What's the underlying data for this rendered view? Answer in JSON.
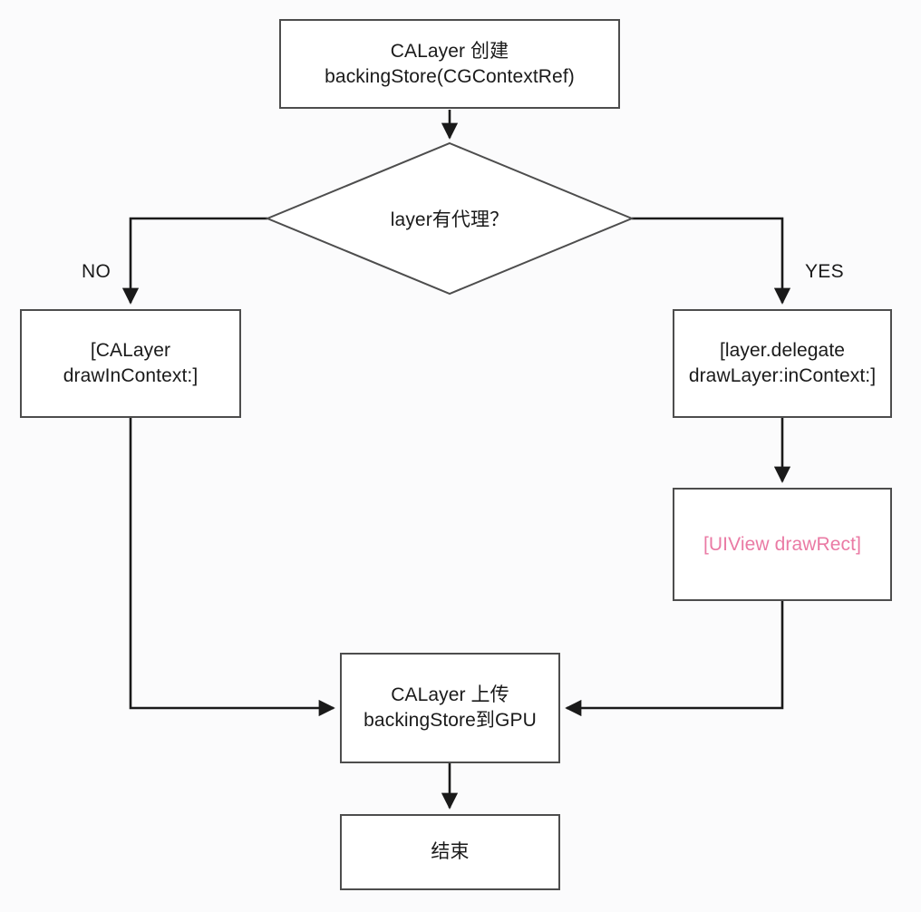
{
  "diagram": {
    "title": "CALayer backingStore drawing flow",
    "background_color": "#fbfbfc",
    "node_fill": "#ffffff",
    "node_stroke": "#4d4d4d",
    "text_color": "#1a1a1a",
    "highlight_color": "#ea7aa4",
    "nodes": {
      "start": {
        "label": "CALayer 创建\nbackingStore(CGContextRef)",
        "shape": "rectangle"
      },
      "decision": {
        "label": "layer有代理？",
        "shape": "diamond"
      },
      "no_branch": {
        "label": "[CALayer\ndrawInContext:]",
        "shape": "rectangle"
      },
      "yes_branch": {
        "label": "[layer.delegate\ndrawLayer:inContext:]",
        "shape": "rectangle"
      },
      "draw_rect": {
        "label": "[UIView drawRect]",
        "shape": "rectangle",
        "text_color": "#ea7aa4"
      },
      "upload": {
        "label": "CALayer 上传\nbackingStore到GPU",
        "shape": "rectangle"
      },
      "end": {
        "label": "结束",
        "shape": "rectangle"
      }
    },
    "edge_labels": {
      "no": "NO",
      "yes": "YES"
    }
  }
}
